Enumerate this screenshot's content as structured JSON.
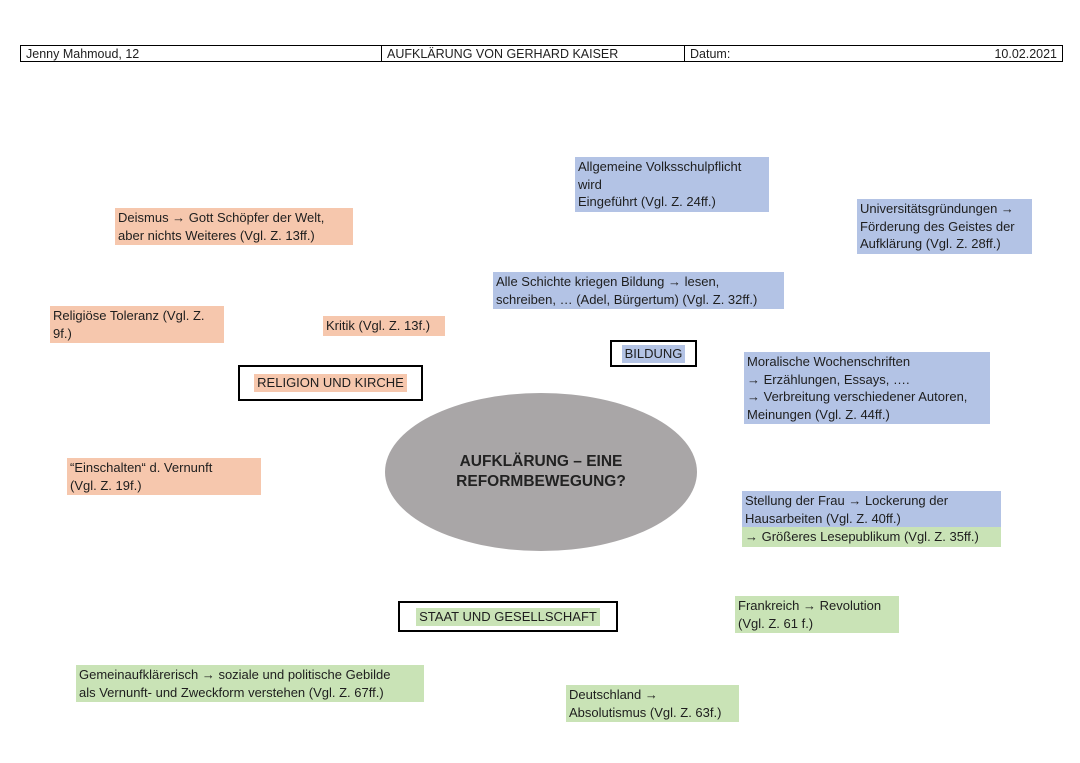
{
  "header": {
    "name": "Jenny Mahmoud, 12",
    "title": "AUFKLÄRUNG VON GERHARD KAISER",
    "date_label": "Datum:",
    "date": "10.02.2021"
  },
  "center": {
    "line1": "AUFKLÄRUNG – EINE",
    "line2": "REFORMBEWEGUNG?"
  },
  "topics": {
    "religion": "RELIGION UND KIRCHE",
    "bildung": "BILDUNG",
    "staat": "STAAT UND GESELLSCHAFT"
  },
  "notes": {
    "deismus": [
      "Deismus → Gott Schöpfer der Welt,",
      "aber nichts Weiteres (Vgl. Z. 13ff.)"
    ],
    "toleranz": [
      "Religiöse Toleranz (Vgl. Z.",
      "9f.)"
    ],
    "kritik": [
      "Kritik (Vgl. Z. 13f.)"
    ],
    "vernunft": [
      "“Einschalten“ d. Vernunft",
      "(Vgl. Z. 19f.)"
    ],
    "volksschule": [
      "Allgemeine Volksschulpflicht",
      "wird",
      "Eingeführt (Vgl. Z. 24ff.)"
    ],
    "universitaet": [
      "Universitätsgründungen →",
      "Förderung des Geistes der",
      "Aufklärung (Vgl. Z. 28ff.)"
    ],
    "schichte": [
      "Alle Schichte kriegen Bildung → lesen,",
      "schreiben, … (Adel, Bürgertum) (Vgl. Z. 32ff.)"
    ],
    "wochenschriften": [
      "Moralische Wochenschriften",
      "→ Erzählungen, Essays, ….",
      "→ Verbreitung verschiedener Autoren,",
      "Meinungen (Vgl. Z. 44ff.)"
    ],
    "frau": [
      "Stellung der Frau → Lockerung der",
      "Hausarbeiten (Vgl. Z. 40ff.)"
    ],
    "lesepublikum": [
      "→ Größeres Lesepublikum (Vgl. Z. 35ff.)"
    ],
    "frankreich": [
      "Frankreich → Revolution",
      "(Vgl. Z. 61 f.)"
    ],
    "gemein": [
      "Gemeinaufklärerisch → soziale und politische Gebilde",
      "als Vernunft- und Zweckform verstehen (Vgl. Z. 67ff.)"
    ],
    "deutschland": [
      "Deutschland →",
      "Absolutismus (Vgl. Z. 63f.)"
    ]
  },
  "colors": {
    "religion": "#f6c7ad",
    "bildung": "#b3c3e5",
    "staat": "#c9e3b6",
    "center": "#a9a6a7"
  }
}
